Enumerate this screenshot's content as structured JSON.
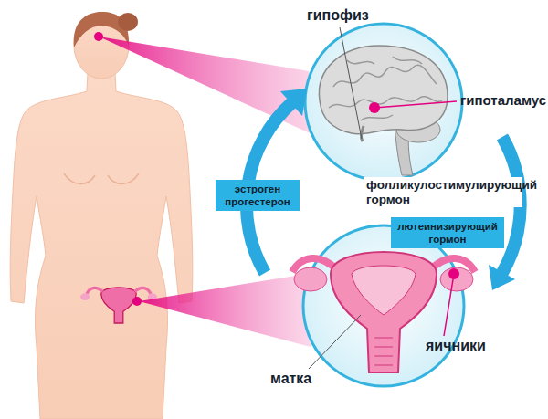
{
  "diagram": {
    "nodes": [
      {
        "text": [
          "эстроген прогестерон"
        ]
      },
      {
        "text": [
          "лютеинизирующий гормон"
        ]
      }
    ],
    "labels": [
      "гипофиз",
      "гипоталамус",
      "фолликулостимулирующий гормон",
      "яичники",
      "матка"
    ]
  }
}
